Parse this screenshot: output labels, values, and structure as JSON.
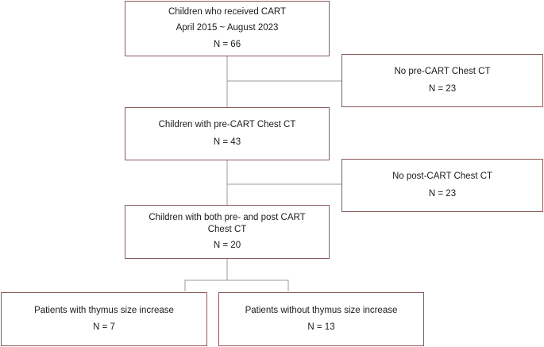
{
  "diagram": {
    "boxes": [
      {
        "id": "total",
        "lines": [
          "Children who received CART",
          "April 2015 ~ August 2023",
          "N = 66"
        ]
      },
      {
        "id": "no-pre-ct",
        "lines": [
          "No pre-CART Chest CT",
          "N = 23"
        ]
      },
      {
        "id": "with-pre-ct",
        "lines": [
          "Children with pre-CART Chest CT",
          "N = 43"
        ]
      },
      {
        "id": "no-post-ct",
        "lines": [
          "No post-CART Chest CT",
          "N = 23"
        ]
      },
      {
        "id": "both-ct",
        "lines": [
          "Children with both pre- and post CART",
          "Chest CT",
          "N = 20"
        ]
      },
      {
        "id": "thymus-increase",
        "lines": [
          "Patients with thymus size increase",
          "N = 7"
        ]
      },
      {
        "id": "no-thymus-increase",
        "lines": [
          "Patients without thymus size increase",
          "N = 13"
        ]
      }
    ],
    "colors": {
      "box_border": "#8b5a5a",
      "connector": "#999999",
      "text": "#1a1a1a"
    }
  }
}
